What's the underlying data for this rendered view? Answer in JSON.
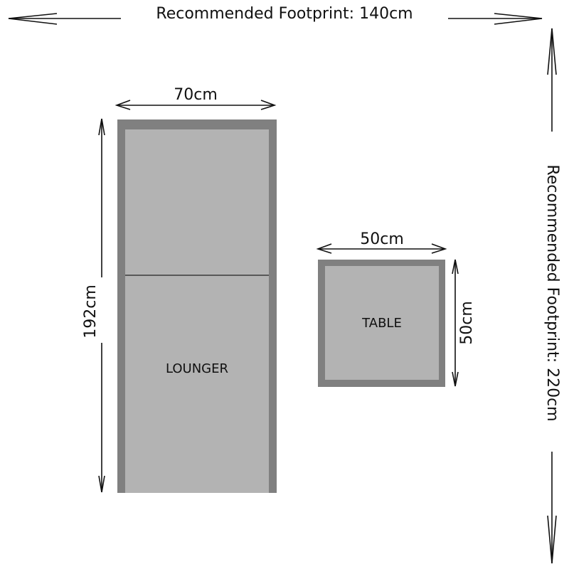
{
  "footprint": {
    "width_label": "Recommended Footprint: 140cm",
    "depth_label": "Recommended Footprint: 220cm"
  },
  "lounger": {
    "name": "LOUNGER",
    "width_label": "70cm",
    "length_label": "192cm"
  },
  "table": {
    "name": "TABLE",
    "width_label": "50cm",
    "depth_label": "50cm"
  },
  "colors": {
    "frame": "#808080",
    "fill": "#b3b3b3",
    "line": "#111111"
  }
}
